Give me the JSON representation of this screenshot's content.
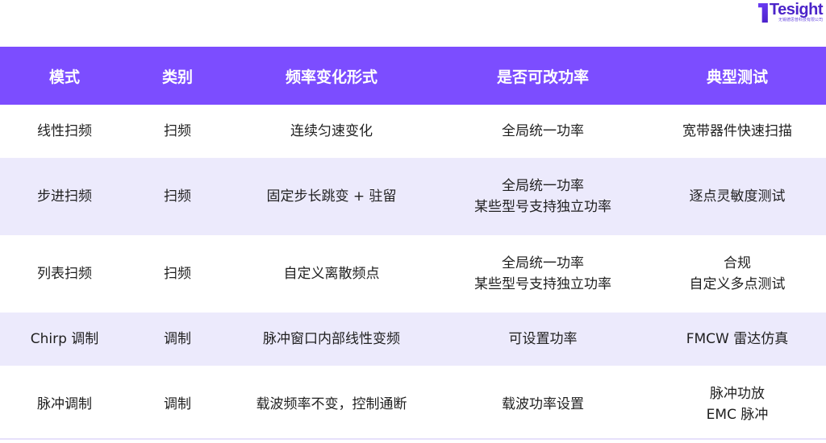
{
  "logo": {
    "word": "Tesight",
    "sub": "无锡德思普科技有限公司",
    "color": "#4b24c9"
  },
  "header": [
    "模式",
    "类别",
    "频率变化形式",
    "是否可改功率",
    "典型测试"
  ],
  "rows": [
    {
      "mode": "线性扫频",
      "category": "扫频",
      "freq_change": "连续匀速变化",
      "power": [
        "全局统一功率"
      ],
      "test": [
        "宽带器件快速扫描"
      ]
    },
    {
      "mode": "步进扫频",
      "category": "扫频",
      "freq_change": "固定步长跳变 + 驻留",
      "power": [
        "全局统一功率",
        "某些型号支持独立功率"
      ],
      "test": [
        "逐点灵敏度测试"
      ]
    },
    {
      "mode": "列表扫频",
      "category": "扫频",
      "freq_change": "自定义离散频点",
      "power": [
        "全局统一功率",
        "某些型号支持独立功率"
      ],
      "test": [
        "合规",
        "自定义多点测试"
      ]
    },
    {
      "mode": "Chirp 调制",
      "category": "调制",
      "freq_change": "脉冲窗口内部线性变频",
      "power": [
        "可设置功率"
      ],
      "test": [
        "FMCW 雷达仿真"
      ]
    },
    {
      "mode": "脉冲调制",
      "category": "调制",
      "freq_change": "载波频率不变，控制通断",
      "power": [
        "载波功率设置"
      ],
      "test": [
        "脉冲功放",
        "EMC 脉冲"
      ]
    }
  ],
  "colors": {
    "header_bg": "#7c4dff",
    "stripe": "#eceafc"
  }
}
